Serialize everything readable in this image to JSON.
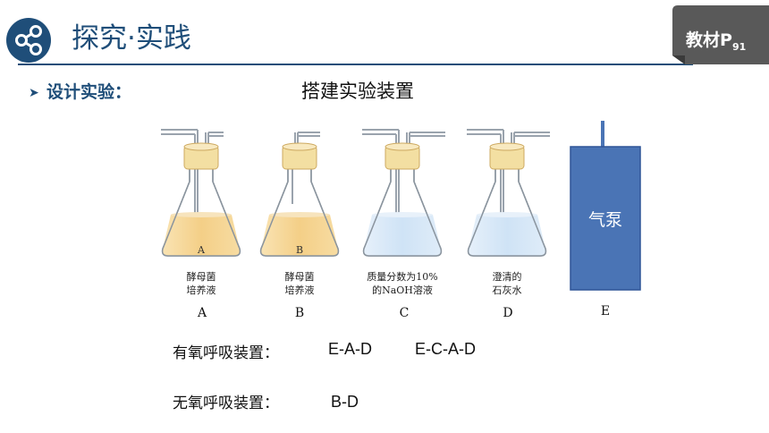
{
  "header": {
    "title": "探究·实践"
  },
  "badge": {
    "label": "教材P",
    "page": "91"
  },
  "section": {
    "label": "设计实验：",
    "subtitle": "搭建实验装置"
  },
  "apparatus": {
    "flasks": [
      {
        "inner_label": "A",
        "caption_line1": "酵母菌",
        "caption_line2": "培养液",
        "letter": "A"
      },
      {
        "inner_label": "B",
        "caption_line1": "酵母菌",
        "caption_line2": "培养液",
        "letter": "B"
      },
      {
        "inner_label": "",
        "caption_line1": "质量分数为10%",
        "caption_line2": "的NaOH溶液",
        "letter": "C"
      },
      {
        "inner_label": "",
        "caption_line1": "澄清的",
        "caption_line2": "石灰水",
        "letter": "D"
      }
    ],
    "pump": {
      "label": "气泵",
      "letter": "E"
    }
  },
  "results": {
    "aerobic": {
      "label": "有氧呼吸装置：",
      "value1": "E-A-D",
      "value2": "E-C-A-D"
    },
    "anaerobic": {
      "label": "无氧呼吸装置：",
      "value": "B-D"
    }
  },
  "colors": {
    "theme_blue": "#1f4e79",
    "badge_gray": "#595959",
    "yeast_liquid": "#f4cf87",
    "clear_liquid": "#cfe3f6",
    "stopper": "#f3dfa2",
    "pump_blue": "#4a74b5"
  }
}
